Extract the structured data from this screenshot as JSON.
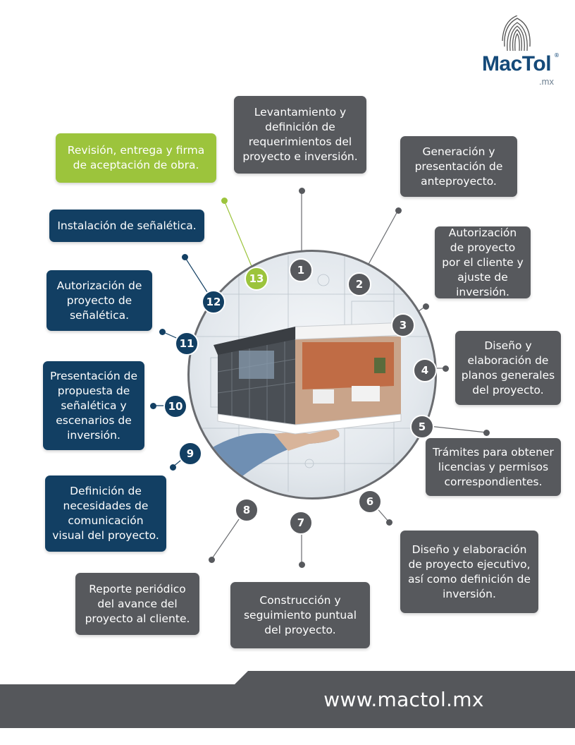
{
  "brand": {
    "name": "MacTol",
    "tld": ".mx",
    "registered_mark": "®",
    "primary_color": "#154a79"
  },
  "colors": {
    "gray": "#57595d",
    "blue": "#123f63",
    "green": "#9cc43c"
  },
  "steps": [
    {
      "number": "1",
      "text": "Levantamiento y definición de requerimientos del proyecto e inversión.",
      "color": "gray"
    },
    {
      "number": "2",
      "text": "Generación y presentación de anteproyecto.",
      "color": "gray"
    },
    {
      "number": "3",
      "text": "Autorización de proyecto por el cliente y ajuste de inversión.",
      "color": "gray"
    },
    {
      "number": "4",
      "text": "Diseño y elaboración de planos generales del proyecto.",
      "color": "gray"
    },
    {
      "number": "5",
      "text": "Trámites para obtener licencias y permisos correspondientes.",
      "color": "gray"
    },
    {
      "number": "6",
      "text": "Diseño y elaboración de proyecto ejecutivo, así como definición de inversión.",
      "color": "gray"
    },
    {
      "number": "7",
      "text": "Construcción y seguimiento puntual del proyecto.",
      "color": "gray"
    },
    {
      "number": "8",
      "text": "Reporte periódico del avance del proyecto al cliente.",
      "color": "gray"
    },
    {
      "number": "9",
      "text": "Definición de necesidades de comunicación visual del proyecto.",
      "color": "blue"
    },
    {
      "number": "10",
      "text": "Presentación de propuesta de señalética y escenarios de inversión.",
      "color": "blue"
    },
    {
      "number": "11",
      "text": "Autorización de proyecto de señalética.",
      "color": "blue"
    },
    {
      "number": "12",
      "text": "Instalación de señalética.",
      "color": "blue"
    },
    {
      "number": "13",
      "text": "Revisión, entrega y firma de aceptación de obra.",
      "color": "green"
    }
  ],
  "footer": {
    "url": "www.mactol.mx"
  }
}
